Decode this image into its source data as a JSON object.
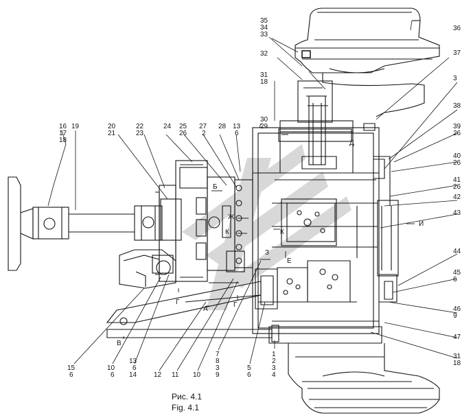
{
  "caption": {
    "ru": "Рис. 4.1",
    "en": "Fig. 4.1"
  },
  "watermark_color": "#c9c9c9",
  "line_color": "#111111",
  "labels": {
    "l35": "35",
    "l34": "34",
    "l33": "33",
    "l36": "36",
    "l32": "32",
    "l37": "37",
    "l31a": "31",
    "l18a": "18",
    "l3a": "3",
    "l38": "38",
    "l30": "30",
    "l29": "29",
    "l39": "39",
    "l26a": "26",
    "l40": "40",
    "l26b": "26",
    "l41": "41",
    "l26c": "26",
    "l42": "42",
    "l43": "43",
    "l44": "44",
    "l45": "45",
    "l6a": "6",
    "l46": "46",
    "l9a": "9",
    "l47": "47",
    "l31b": "31",
    "l18b": "18",
    "l16": "16",
    "l17": "17",
    "l18c": "18",
    "l19": "19",
    "l20": "20",
    "l21": "21",
    "l22": "22",
    "l23": "23",
    "l24": "24",
    "l25": "25",
    "l26d": "26",
    "l27": "27",
    "l2a": "2",
    "l28": "28",
    "l13a": "13",
    "l6b": "6",
    "l15": "15",
    "l6c": "6",
    "l10a": "10",
    "l6d": "6",
    "l13b": "13",
    "l6e": "6",
    "l14": "14",
    "l12": "12",
    "l11": "11",
    "l10b": "10",
    "l7": "7",
    "l8": "8",
    "l3b": "3",
    "l9b": "9",
    "l5": "5",
    "l6f": "6",
    "l1": "1",
    "l2b": "2",
    "l3c": "3",
    "l4": "4",
    "vB": "Б",
    "vZh": "Ж",
    "vK1": "К",
    "vK2": "К",
    "vZ": "З",
    "vE": "Е",
    "vD": "Д",
    "vI": "И",
    "vA": "А",
    "vG1": "Г",
    "vG2": "Г",
    "vV": "В"
  }
}
